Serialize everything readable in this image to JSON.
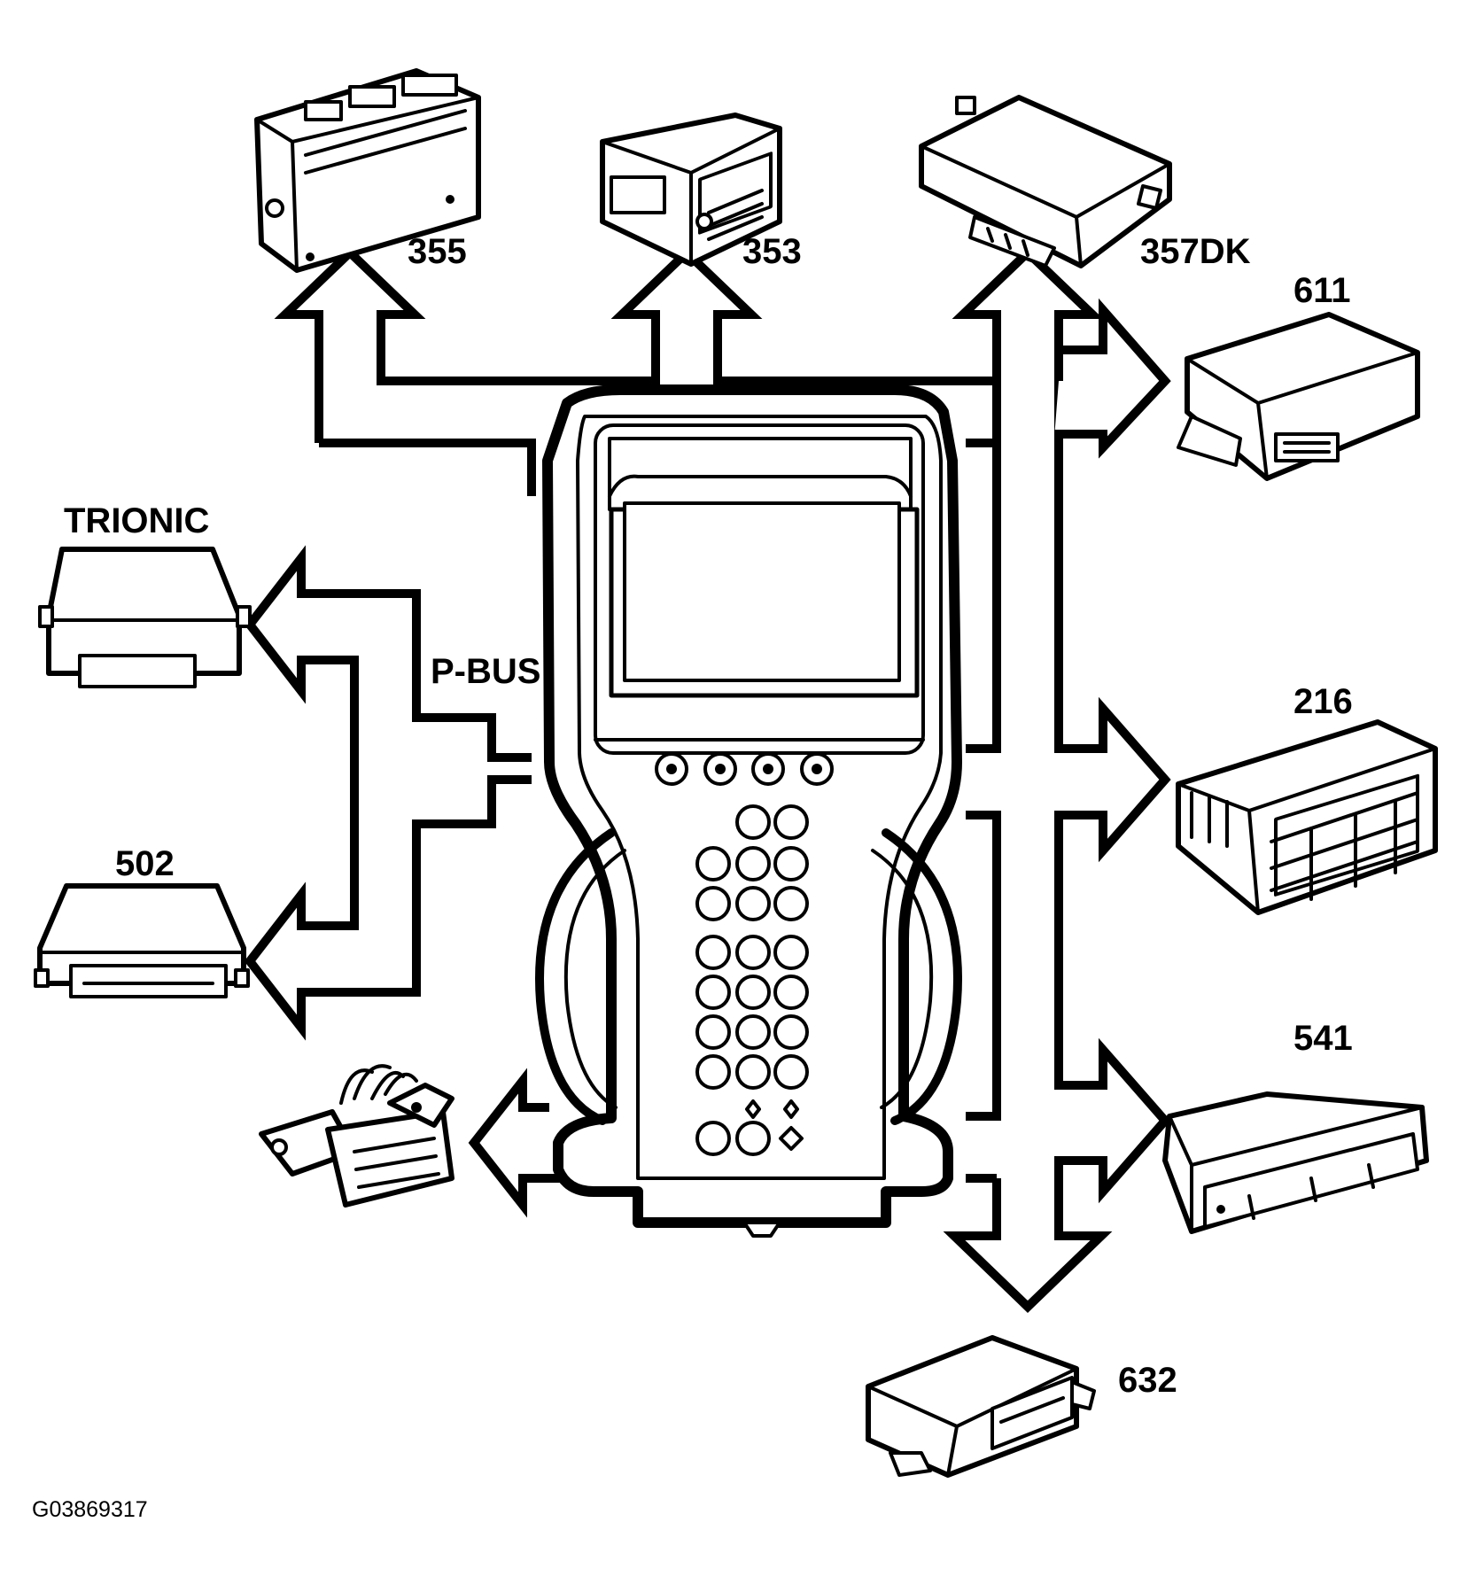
{
  "labels": {
    "module_355": "355",
    "module_353": "353",
    "module_357dk": "357DK",
    "module_611": "611",
    "module_trionic": "TRIONIC",
    "module_502": "502",
    "module_216": "216",
    "module_541": "541",
    "module_632": "632",
    "bus_p": "P-BUS"
  },
  "figure_ref": "G03869317",
  "colors": {
    "ink": "#000000",
    "paper": "#ffffff"
  },
  "icons": {
    "scan_tool": "handheld-diagnostic-tool-icon",
    "obd_connector": "data-link-connector-icon",
    "control_module": "control-module-box-icon"
  }
}
